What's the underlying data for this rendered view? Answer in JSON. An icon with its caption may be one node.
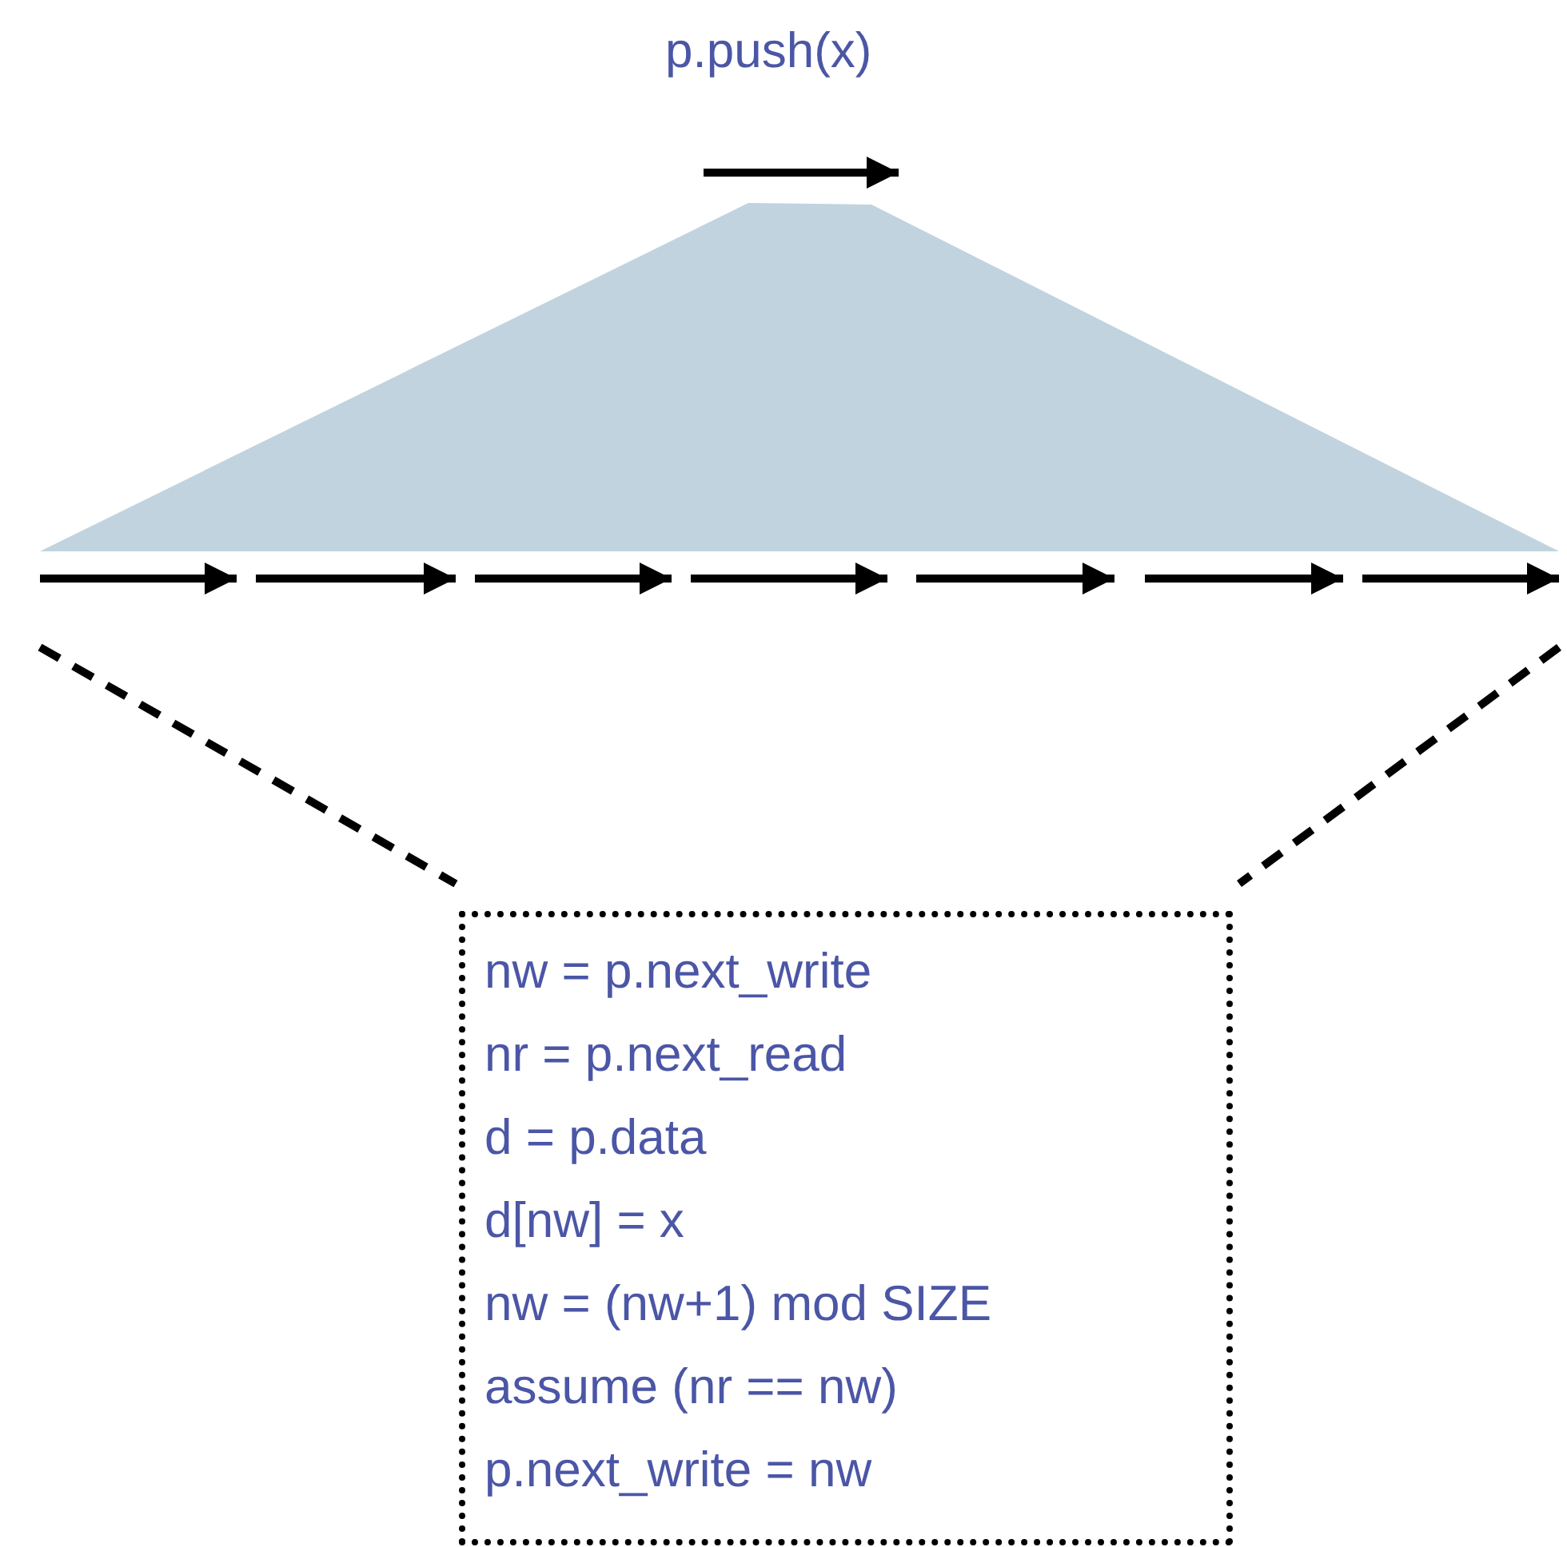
{
  "diagram": {
    "nodes": [
      {
        "text": [],
        "shape": "trapezoid"
      },
      {
        "text": [
          "nw = p.next_write",
          "nr = p.next_read",
          "d = p.data",
          "d[nw] = x",
          "nw = (nw+1) mod SIZE",
          "assume (nr == nw)",
          "p.next_write = nw"
        ]
      }
    ],
    "labels": [
      "p.push(x)"
    ]
  }
}
